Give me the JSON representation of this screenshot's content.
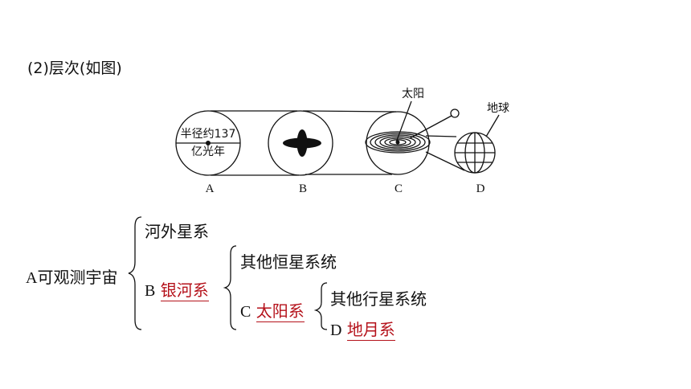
{
  "heading": "(2)层次(如图)",
  "figure": {
    "circle_a_text_line1": "半径约137",
    "circle_a_text_line2": "亿光年",
    "sun_label": "太阳",
    "earth_label": "地球",
    "labels": [
      "A",
      "B",
      "C",
      "D"
    ]
  },
  "hierarchy": {
    "root": "A可观测宇宙",
    "level1": {
      "item1": "河外星系",
      "item2_prefix": "B",
      "item2_answer": "银河系"
    },
    "level2": {
      "item1": "其他恒星系统",
      "item2_prefix": "C",
      "item2_answer": "太阳系"
    },
    "level3": {
      "item1": "其他行星系统",
      "item2_prefix": "D",
      "item2_answer": "地月系"
    }
  },
  "colors": {
    "answer": "#b5121b",
    "text": "#111111"
  }
}
